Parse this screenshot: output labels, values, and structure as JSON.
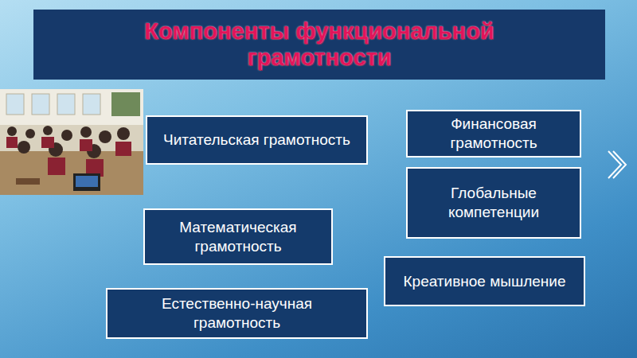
{
  "diagram": {
    "title": "Компоненты функциональной грамотности",
    "nodes": [
      {
        "text": [
          "Читательская грамотность"
        ]
      },
      {
        "text": [
          "Финансовая грамотность"
        ]
      },
      {
        "text": [
          "Глобальные компетенции"
        ]
      },
      {
        "text": [
          "Математическая грамотность"
        ]
      },
      {
        "text": [
          "Креативное мышление"
        ]
      },
      {
        "text": [
          "Естественно-научная грамотность"
        ]
      }
    ]
  }
}
